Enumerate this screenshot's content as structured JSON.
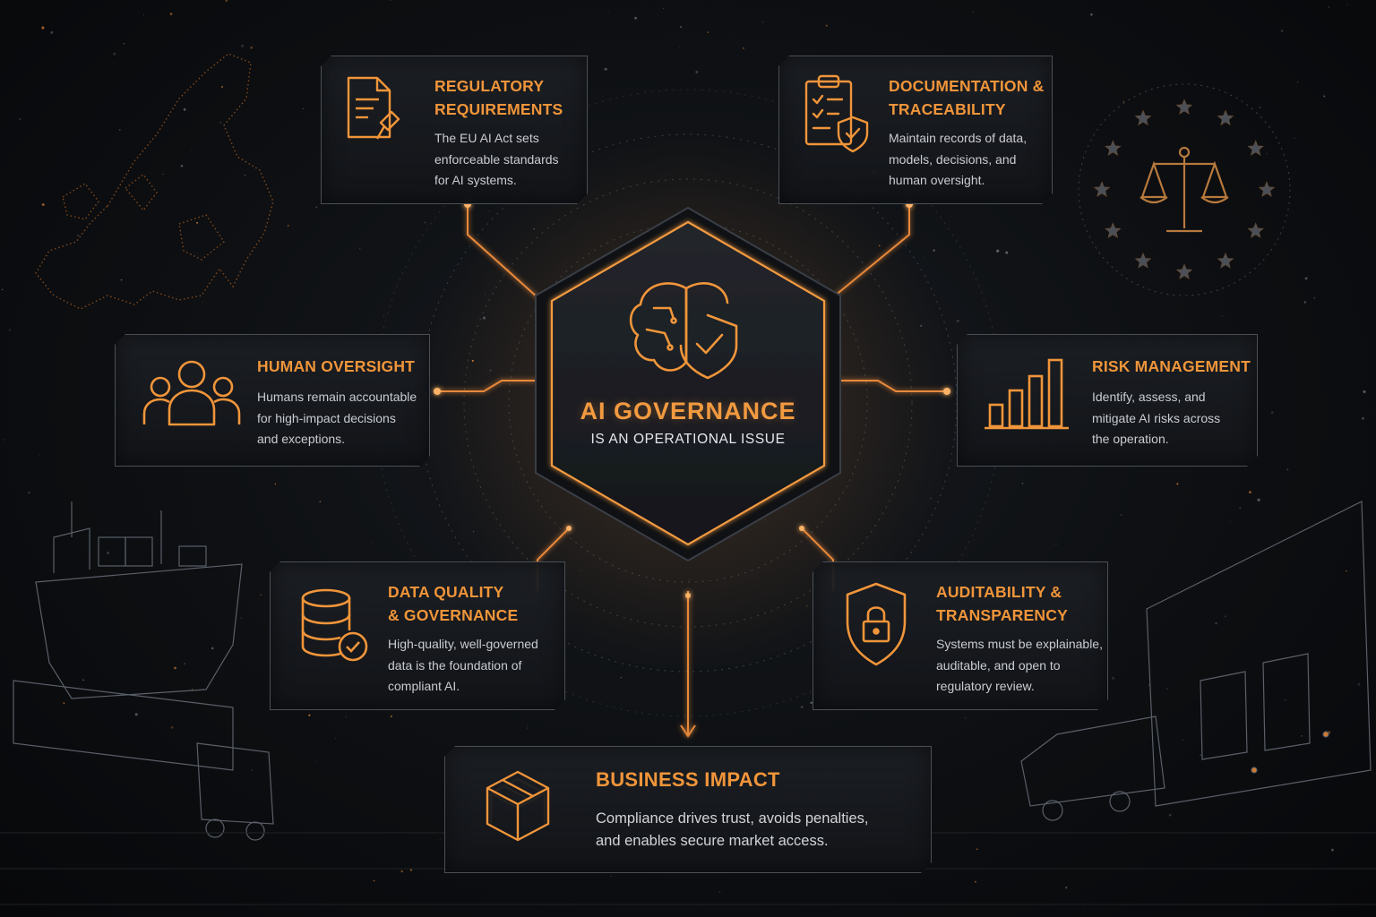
{
  "center": {
    "title": "AI GOVERNANCE",
    "subtitle": "IS AN OPERATIONAL ISSUE",
    "icon": "brain-shield-icon"
  },
  "cards": [
    {
      "id": "regulatory",
      "title": "REGULATORY\nREQUIREMENTS",
      "desc": "The EU AI Act sets\nenforceable standards\nfor AI systems.",
      "icon": "document-gavel-icon"
    },
    {
      "id": "documentation",
      "title": "DOCUMENTATION &\nTRACEABILITY",
      "desc": "Maintain records of data,\nmodels, decisions, and\nhuman oversight.",
      "icon": "clipboard-shield-icon"
    },
    {
      "id": "human",
      "title": "HUMAN OVERSIGHT",
      "desc": "Humans remain accountable\nfor high-impact decisions\nand exceptions.",
      "icon": "people-group-icon"
    },
    {
      "id": "risk",
      "title": "RISK MANAGEMENT",
      "desc": "Identify, assess, and\nmitigate AI risks across\nthe operation.",
      "icon": "bar-chart-icon"
    },
    {
      "id": "data",
      "title": "DATA QUALITY\n& GOVERNANCE",
      "desc": "High-quality, well-governed\ndata is the foundation of\ncompliant AI.",
      "icon": "database-check-icon"
    },
    {
      "id": "audit",
      "title": "AUDITABILITY &\nTRANSPARENCY",
      "desc": "Systems must be explainable,\nauditable, and open to\nregulatory review.",
      "icon": "shield-lock-icon"
    }
  ],
  "impact": {
    "title": "BUSINESS IMPACT",
    "desc": "Compliance drives trust, avoids penalties,\nand enables secure market access.",
    "icon": "package-box-icon"
  },
  "decor": {
    "left": "europe-map-icon",
    "right": "eu-stars-scales-icon",
    "bottom_left": "cargo-ship-icon",
    "bottom_right": "warehouse-truck-icon"
  },
  "colors": {
    "accent": "#f0953a",
    "accent_glow": "#ffb060",
    "background": "#0d0f12",
    "card_border": "#4a4f57",
    "text": "#c9ccd1"
  }
}
